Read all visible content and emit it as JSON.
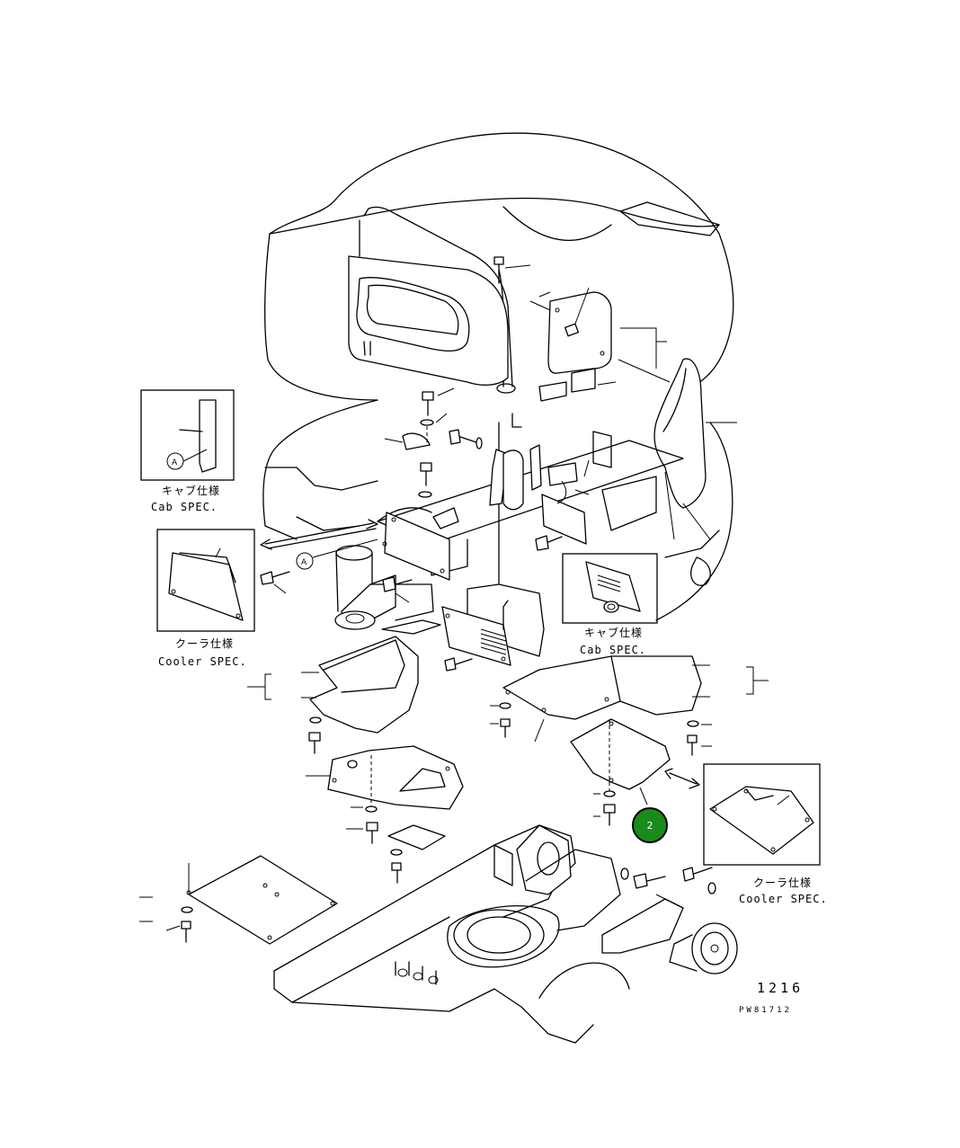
{
  "inset_labels": {
    "cab_top": {
      "jp": "キャブ仕様",
      "en": "Cab SPEC."
    },
    "cooler_left": {
      "jp": "クーラ仕様",
      "en": "Cooler SPEC."
    },
    "cab_mid": {
      "jp": "キャブ仕様",
      "en": "Cab SPEC."
    },
    "cooler_right": {
      "jp": "クーラ仕様",
      "en": "Cooler SPEC."
    }
  },
  "reference_marks": {
    "a1": "A",
    "a2": "A"
  },
  "highlight": {
    "number": "2",
    "color": "#1a8a1a"
  },
  "page_number": "1216",
  "drawing_code": "PW81712"
}
